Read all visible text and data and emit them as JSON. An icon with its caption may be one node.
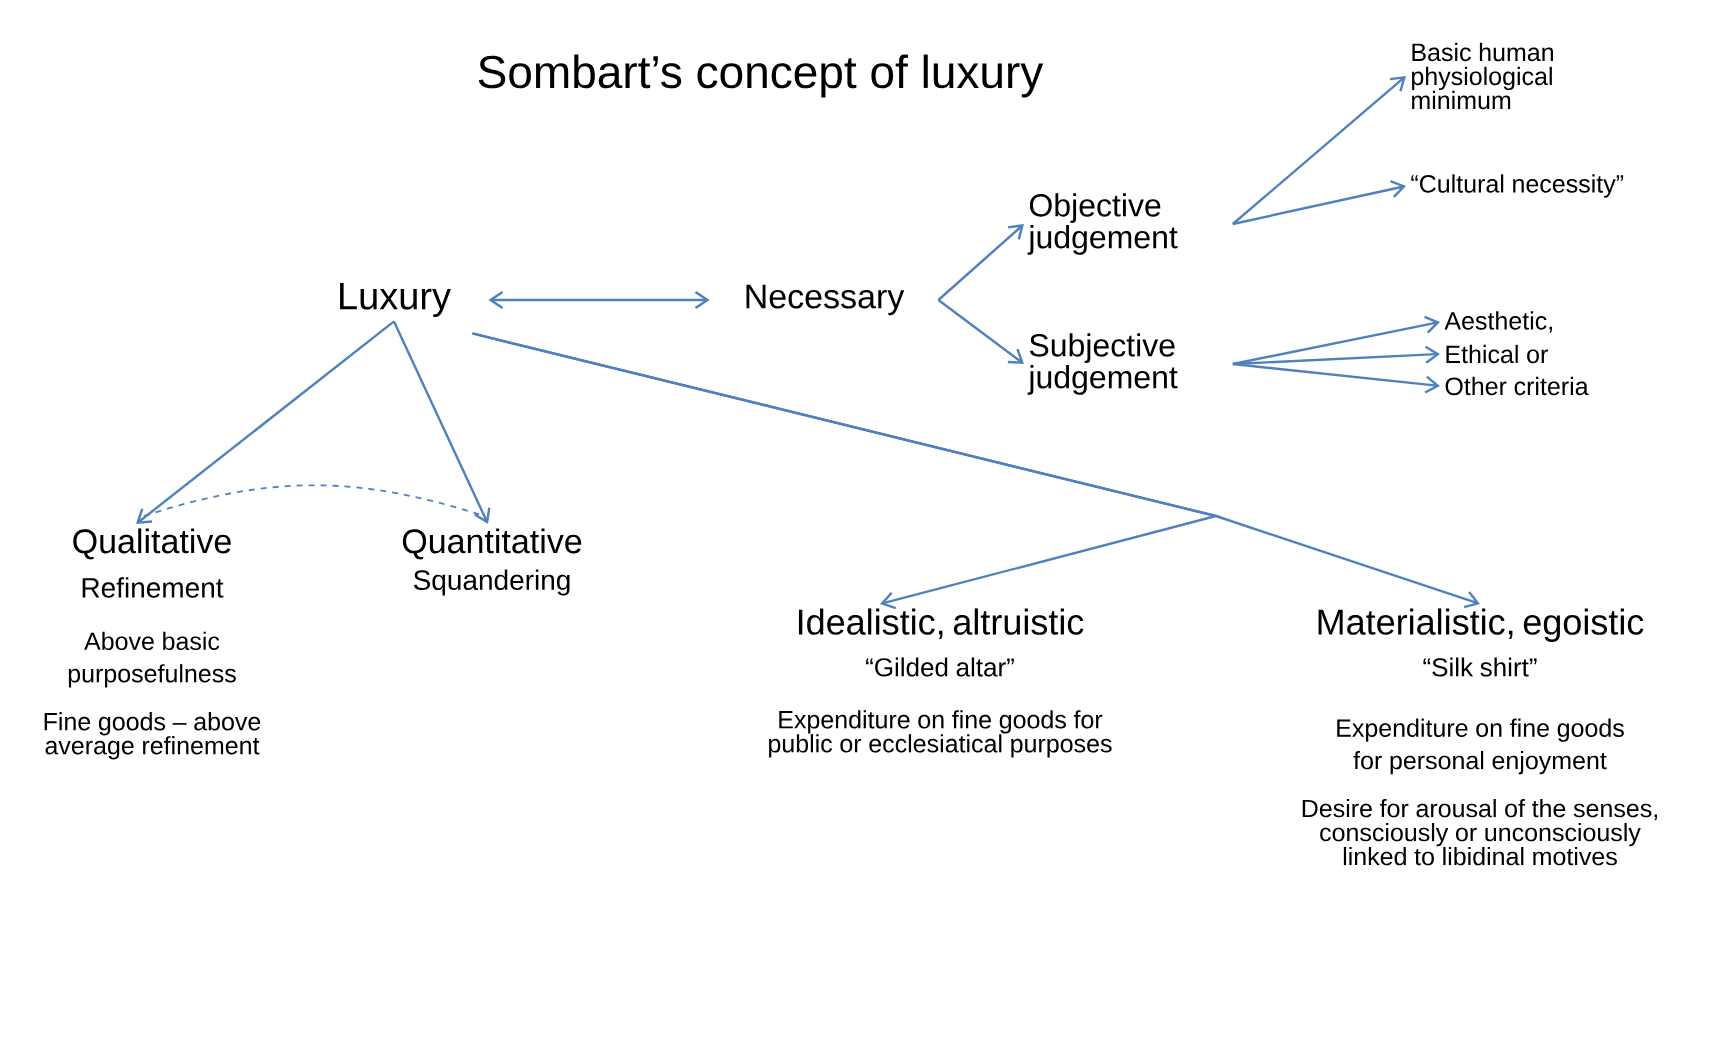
{
  "diagram": {
    "title": "Sombart’s concept of luxury",
    "nodes": [
      {
        "text": [
          "Luxury"
        ]
      },
      {
        "text": [
          "Necessary"
        ]
      },
      {
        "text": [
          "Objective judgement"
        ]
      },
      {
        "text": [
          "Subjective judgement"
        ]
      },
      {
        "text": [
          "Basic human physiological minimum"
        ]
      },
      {
        "text": [
          "“Cultural necessity”"
        ]
      },
      {
        "text": [
          "Aesthetic,"
        ]
      },
      {
        "text": [
          "Ethical or"
        ]
      },
      {
        "text": [
          "Other criteria"
        ]
      },
      {
        "text": [
          "Qualitative",
          "Refinement",
          "Above basic purposefulness",
          "Fine goods – above average refinement"
        ]
      },
      {
        "text": [
          "Quantitative",
          "Squandering"
        ]
      },
      {
        "text": [
          "Idealistic, altruistic",
          "“Gilded altar”",
          "Expenditure on fine goods for public or ecclesiatical purposes"
        ]
      },
      {
        "text": [
          "Materialistic, egoistic",
          "“Silk shirt”",
          "Expenditure on fine goods for personal enjoyment",
          "Desire for arousal of the senses, consciously or unconsciously linked to libidinal motives"
        ]
      }
    ],
    "edges": [
      {
        "from": 0,
        "to": 1,
        "arrow": "both"
      },
      {
        "from": 1,
        "to": 2,
        "arrow": "to"
      },
      {
        "from": 1,
        "to": 3,
        "arrow": "to"
      },
      {
        "from": 2,
        "to": 4,
        "arrow": "to"
      },
      {
        "from": 2,
        "to": 5,
        "arrow": "to"
      },
      {
        "from": 3,
        "to": 6,
        "arrow": "to"
      },
      {
        "from": 3,
        "to": 7,
        "arrow": "to"
      },
      {
        "from": 3,
        "to": 8,
        "arrow": "to"
      },
      {
        "from": 0,
        "to": 9,
        "arrow": "to"
      },
      {
        "from": 0,
        "to": 10,
        "arrow": "to"
      },
      {
        "from": 9,
        "to": 10,
        "arrow": "none",
        "style": "dashed"
      },
      {
        "from": 0,
        "to": 11,
        "arrow": "to"
      },
      {
        "from": 0,
        "to": 12,
        "arrow": "to"
      }
    ]
  }
}
